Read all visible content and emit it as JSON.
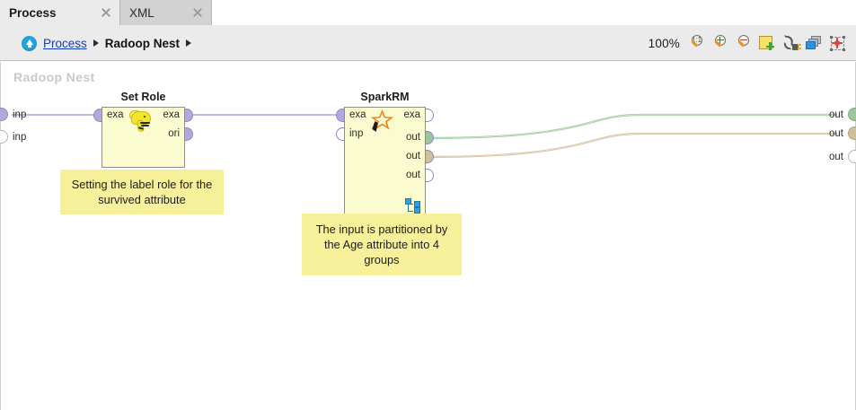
{
  "tabs": [
    {
      "label": "Process",
      "active": true,
      "close_icon": "close-icon"
    },
    {
      "label": "XML",
      "active": false,
      "close_icon": "close-icon"
    }
  ],
  "breadcrumb": {
    "up_icon": "up-arrow-icon",
    "root": "Process",
    "separator": "▶",
    "current": "Radoop Nest",
    "trailing_separator": "▶"
  },
  "toolbar": {
    "zoom_level": "100%",
    "buttons": [
      {
        "name": "zoom-reset-button",
        "title": "1:1"
      },
      {
        "name": "zoom-in-button",
        "title": "+"
      },
      {
        "name": "zoom-out-button",
        "title": "−"
      },
      {
        "name": "add-note-button",
        "title": "Add note"
      },
      {
        "name": "connect-ports-button",
        "title": "Connect"
      },
      {
        "name": "layers-button",
        "title": "Layers"
      },
      {
        "name": "auto-fit-button",
        "title": "Auto fit"
      }
    ]
  },
  "canvas": {
    "nest_label": "Radoop Nest",
    "background_color": "#ffffff",
    "input_ports": [
      {
        "label": "inp",
        "connected": true
      },
      {
        "label": "inp",
        "connected": false
      }
    ],
    "output_ports": [
      {
        "label": "out",
        "connected": true,
        "color": "#9cc79c"
      },
      {
        "label": "out",
        "connected": true,
        "color": "#cdc09a"
      },
      {
        "label": "out",
        "connected": false,
        "color": "#ffffff"
      }
    ],
    "operators": [
      {
        "name": "set-role",
        "title": "Set Role",
        "icon": "hadoop-elephant-icon",
        "input_ports": [
          {
            "label": "exa",
            "connected": true
          }
        ],
        "output_ports": [
          {
            "label": "exa",
            "connected": true
          },
          {
            "label": "ori",
            "connected": true
          }
        ]
      },
      {
        "name": "spark-rm",
        "title": "SparkRM",
        "icon": "orange-star-icon",
        "subprocess_icon": "subprocess-icon",
        "input_ports": [
          {
            "label": "exa",
            "connected": true
          },
          {
            "label": "inp",
            "connected": false
          }
        ],
        "output_ports": [
          {
            "label": "exa",
            "connected": false
          },
          {
            "label": "out",
            "connected": true
          },
          {
            "label": "out",
            "connected": true
          },
          {
            "label": "out",
            "connected": false
          }
        ]
      }
    ],
    "notes": [
      {
        "name": "note-set-role",
        "text": "Setting the label role for the survived attribute"
      },
      {
        "name": "note-spark-rm",
        "text": "The input is partitioned by the Age attribute into 4 groups"
      }
    ],
    "colors": {
      "operator_fill": "#fbfbd0",
      "operator_border": "#8d8d8d",
      "note_fill": "#f7f09a",
      "wire_lavender": "#b0a6d8",
      "wire_green": "#9cc79c",
      "wire_tan": "#cdc09a"
    }
  }
}
